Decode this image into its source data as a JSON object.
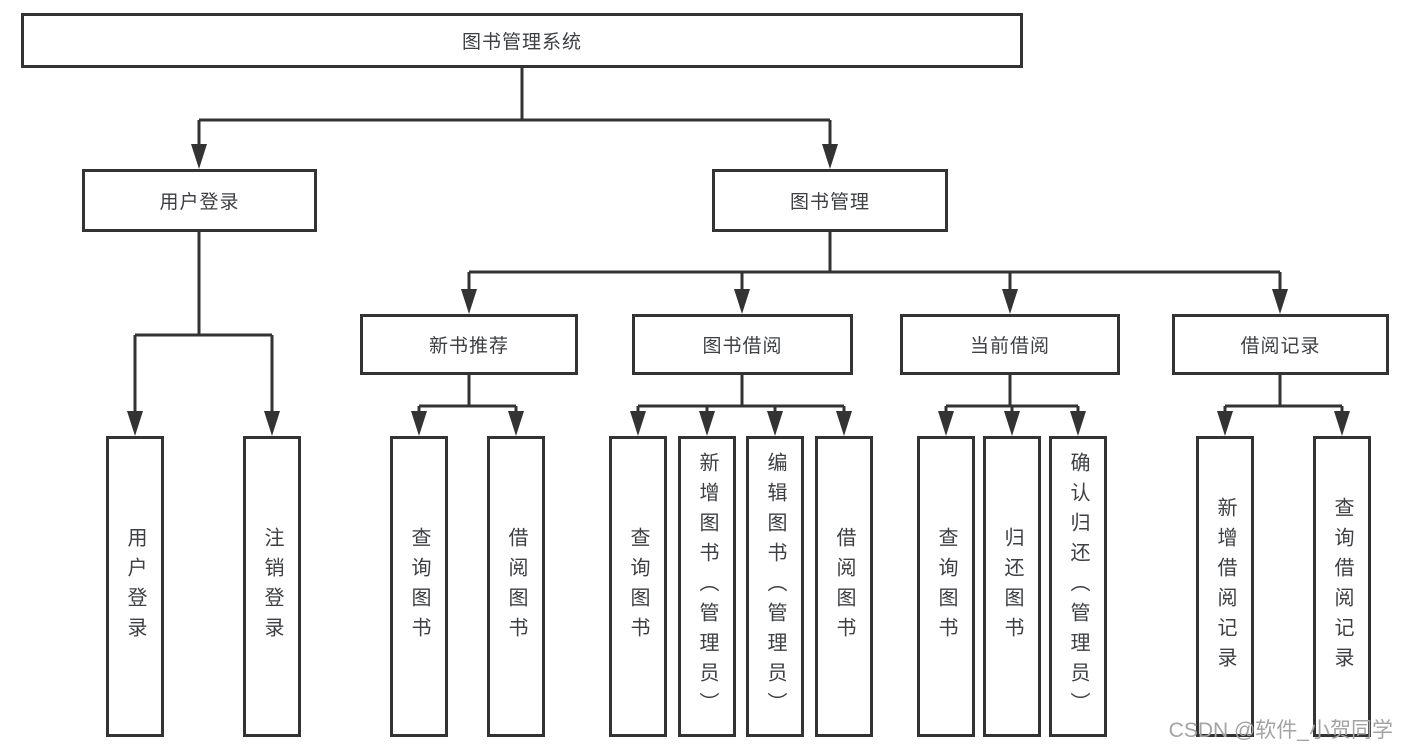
{
  "diagram": {
    "type": "hierarchy-tree",
    "colors": {
      "line": "#333333",
      "border": "#333333",
      "box_background": "#ffffff",
      "text": "#3d3f42",
      "watermark_text": "#a3a3a3",
      "page_background": "#ffffff"
    },
    "watermark": "CSDN @软件_小贺同学",
    "tree": {
      "label": "图书管理系统",
      "children": [
        {
          "label": "用户登录",
          "children": [
            {
              "label": "用户登录"
            },
            {
              "label": "注销登录"
            }
          ]
        },
        {
          "label": "图书管理",
          "children": [
            {
              "label": "新书推荐",
              "children": [
                {
                  "label": "查询图书"
                },
                {
                  "label": "借阅图书"
                }
              ]
            },
            {
              "label": "图书借阅",
              "children": [
                {
                  "label": "查询图书"
                },
                {
                  "label": "新增图书（管理员）"
                },
                {
                  "label": "编辑图书（管理员）"
                },
                {
                  "label": "借阅图书"
                }
              ]
            },
            {
              "label": "当前借阅",
              "children": [
                {
                  "label": "查询图书"
                },
                {
                  "label": "归还图书"
                },
                {
                  "label": "确认归还（管理员）"
                }
              ]
            },
            {
              "label": "借阅记录",
              "children": [
                {
                  "label": "新增借阅记录"
                },
                {
                  "label": "查询借阅记录"
                }
              ]
            }
          ]
        }
      ]
    }
  }
}
